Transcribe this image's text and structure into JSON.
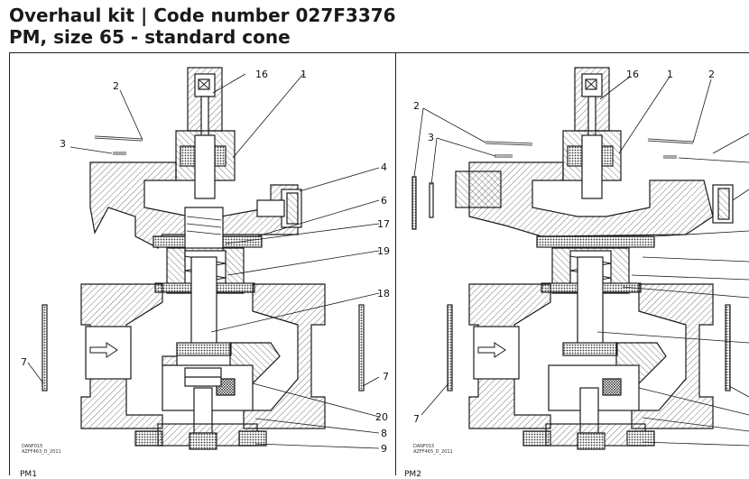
{
  "header": {
    "line1": "Overhaul kit   |   Code number 027F3376",
    "line2": "PM, size 65 - standard cone"
  },
  "left_view": {
    "callouts": [
      "16",
      "1",
      "2",
      "3",
      "4",
      "6",
      "17",
      "19",
      "18",
      "7",
      "7",
      "20",
      "8",
      "9"
    ],
    "drawing_code_1": "DANF015",
    "drawing_code_2": "AZFF463_D_2011",
    "caption": "PM1"
  },
  "right_view": {
    "callouts": [
      "16",
      "1",
      "2",
      "2",
      "3",
      "7"
    ],
    "drawing_code_1": "DANF015",
    "drawing_code_2": "AZFF465_D_2011",
    "caption": "PM2"
  },
  "colors": {
    "line": "#1a1a1a",
    "hatch": "#555555",
    "seal": "#333333"
  }
}
